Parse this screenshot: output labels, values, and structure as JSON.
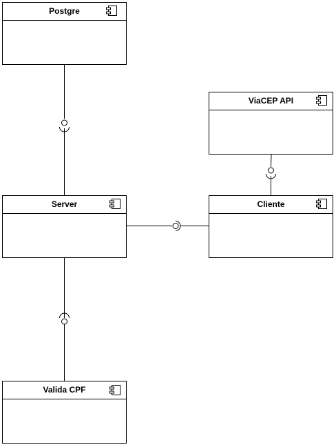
{
  "colors": {
    "stroke": "#000000",
    "fill": "#ffffff",
    "text": "#000000"
  },
  "components": {
    "postgre": {
      "label": "Postgre",
      "icon": "component-icon"
    },
    "viacep": {
      "label": "ViaCEP API",
      "icon": "component-icon"
    },
    "server": {
      "label": "Server",
      "icon": "component-icon"
    },
    "cliente": {
      "label": "Cliente",
      "icon": "component-icon"
    },
    "valida": {
      "label": "Valida CPF",
      "icon": "component-icon"
    }
  },
  "connectors": [
    {
      "from": "server",
      "to": "postgre",
      "type": "required-provided-interface"
    },
    {
      "from": "cliente",
      "to": "viacep",
      "type": "required-provided-interface"
    },
    {
      "from": "server",
      "to": "cliente",
      "type": "required-provided-interface"
    },
    {
      "from": "server",
      "to": "valida",
      "type": "required-provided-interface"
    }
  ]
}
